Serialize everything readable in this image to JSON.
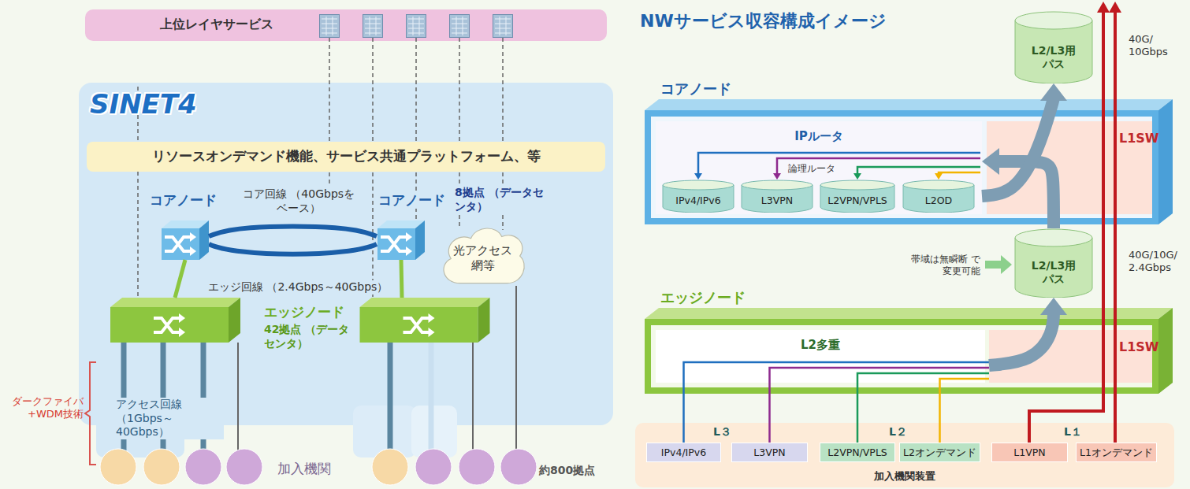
{
  "diagram": {
    "title": "NWサービス収容構成イメージ",
    "nodes": [
      {
        "text": [
          "上位レイヤサービス"
        ]
      },
      {
        "text": [
          "SINET4"
        ]
      },
      {
        "text": [
          "リソースオンデマンド機能、サービス共通プラットフォーム、等"
        ],
        "in": 1
      },
      {
        "text": [
          "コアノード"
        ],
        "in": 1
      },
      {
        "text": [
          "コアノード",
          "8拠点 （データセンタ）"
        ],
        "in": 1
      },
      {
        "text": [
          "光アクセス 網等"
        ],
        "in": 1
      },
      {
        "text": [
          "エッジノード",
          "42拠点 （データセンタ）"
        ],
        "in": 1
      },
      {
        "text": [
          "L2/L3用 パス"
        ]
      },
      {
        "text": [
          "コアノード"
        ]
      },
      {
        "text": [
          "IPルータ"
        ],
        "in": 8
      },
      {
        "text": [
          "IPv4/IPv6"
        ],
        "in": 9
      },
      {
        "text": [
          "L3VPN"
        ],
        "in": 9
      },
      {
        "text": [
          "L2VPN/VPLS"
        ],
        "in": 9
      },
      {
        "text": [
          "L2OD"
        ],
        "in": 9
      },
      {
        "text": [
          "L1SW"
        ],
        "in": 8
      },
      {
        "text": [
          "L2/L3用 パス"
        ]
      },
      {
        "text": [
          "エッジノード"
        ]
      },
      {
        "text": [
          "L2多重"
        ],
        "in": 16
      },
      {
        "text": [
          "L1SW"
        ],
        "in": 16
      },
      {
        "text": [
          "加入機関装置"
        ]
      },
      {
        "text": [
          "IPv4/IPv6"
        ],
        "in": 19
      },
      {
        "text": [
          "L3VPN"
        ],
        "in": 19
      },
      {
        "text": [
          "L2VPN/VPLS"
        ],
        "in": 19
      },
      {
        "text": [
          "L2オンデマンド"
        ],
        "in": 19
      },
      {
        "text": [
          "L1VPN"
        ],
        "in": 19
      },
      {
        "text": [
          "L1オンデマンド"
        ],
        "in": 19
      }
    ],
    "edges": [
      {
        "from": 3,
        "to": 4,
        "label": "コア回線 （40Gbpsをベース）",
        "arrow": "none"
      },
      {
        "from": 3,
        "to": 6,
        "label": "エッジ回線 （2.4Gbps～40Gbps）",
        "arrow": "none"
      },
      {
        "from": 20,
        "to": 18,
        "arrow": "none"
      },
      {
        "from": 21,
        "to": 18,
        "arrow": "none"
      },
      {
        "from": 22,
        "to": 18,
        "arrow": "none"
      },
      {
        "from": 23,
        "to": 18,
        "arrow": "none"
      },
      {
        "from": 18,
        "to": 15,
        "arrow": "to"
      },
      {
        "from": 15,
        "to": 9,
        "arrow": "to"
      },
      {
        "from": 9,
        "to": 7,
        "arrow": "to"
      }
    ],
    "labels": [
      "加入機関",
      "約800拠点",
      "ダークファイバ +WDM技術",
      "アクセス回線 （1Gbps～40Gbps）",
      "論理ルータ",
      "40G/ 10Gbps",
      "帯域は無瞬断 で変更可能",
      "40G/10G/ 2.4Gbps",
      "L３",
      "L２",
      "L１"
    ]
  }
}
